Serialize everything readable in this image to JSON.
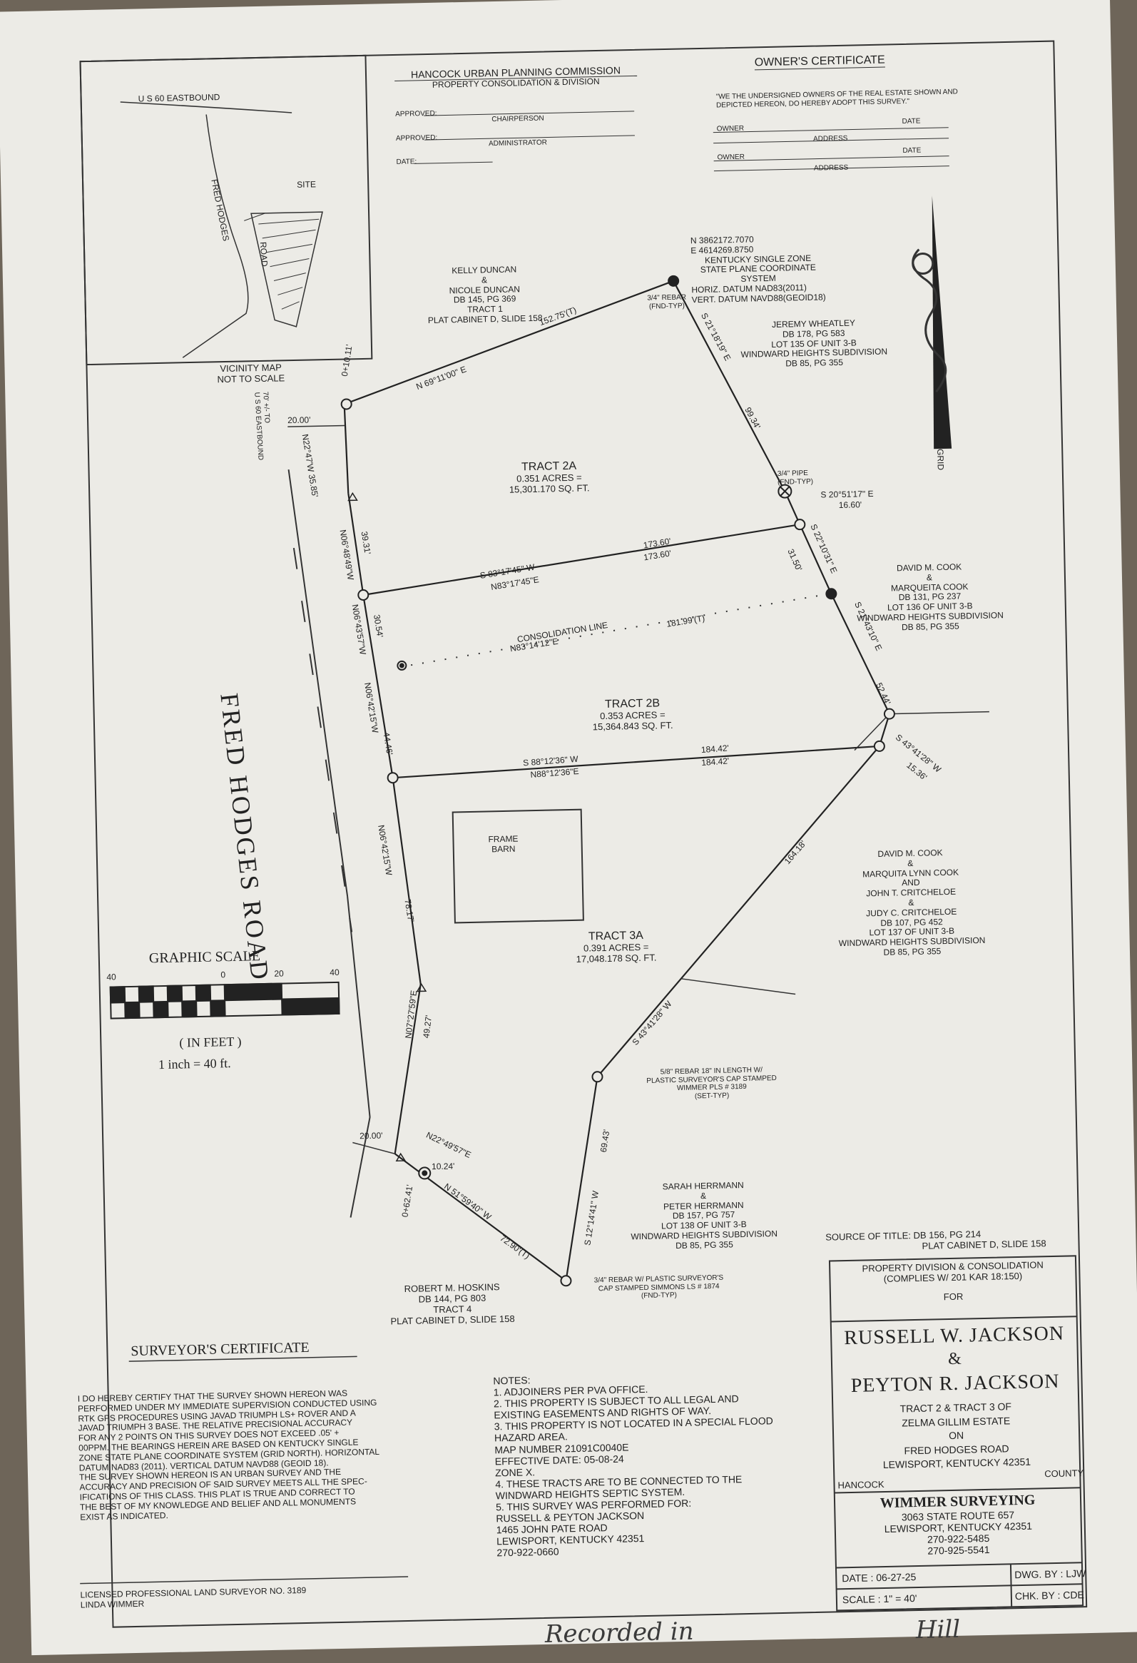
{
  "vicinity_map": {
    "road_label": "U S 60 EASTBOUND",
    "site_label": "SITE",
    "fred_hodges_label": "FRED HODGES",
    "road_word": "ROAD",
    "title": "VICINITY MAP",
    "subtitle": "NOT TO SCALE"
  },
  "planning": {
    "title": "HANCOCK URBAN PLANNING COMMISSION",
    "subtitle": "PROPERTY CONSOLIDATION & DIVISION",
    "approved1": "APPROVED:",
    "role1": "CHAIRPERSON",
    "approved2": "APPROVED:",
    "role2": "ADMINISTRATOR",
    "date": "DATE:"
  },
  "owner_cert": {
    "title": "OWNER'S CERTIFICATE",
    "text1": "\"WE THE UNDERSIGNED OWNERS OF THE REAL ESTATE SHOWN AND",
    "text2": "DEPICTED HEREON, DO HEREBY ADOPT THIS SURVEY.\"",
    "owner": "OWNER",
    "date": "DATE",
    "address": "ADDRESS"
  },
  "coords": {
    "n": "N 3862172.7070",
    "e": "E 4614269.8750",
    "l1": "KENTUCKY SINGLE ZONE",
    "l2": "STATE PLANE COORDINATE",
    "l3": "SYSTEM",
    "l4": "HORIZ. DATUM NAD83(2011)",
    "l5": "VERT. DATUM NAVD88(GEOID18)"
  },
  "adjoiners": {
    "duncan": [
      "KELLY DUNCAN",
      "&",
      "NICOLE DUNCAN",
      "DB 145, PG 369",
      "TRACT 1",
      "PLAT CABINET D, SLIDE 158"
    ],
    "wheatley": [
      "JEREMY WHEATLEY",
      "DB 178, PG 583",
      "LOT 135 OF UNIT 3-B",
      "WINDWARD HEIGHTS SUBDIVISION",
      "DB 85, PG 355"
    ],
    "cook1": [
      "DAVID M. COOK",
      "&",
      "MARQUEITA COOK",
      "DB 131, PG 237",
      "LOT 136 OF UNIT 3-B",
      "WINDWARD HEIGHTS SUBDIVISION",
      "DB 85, PG 355"
    ],
    "cook2": [
      "DAVID M. COOK",
      "&",
      "MARQUITA LYNN COOK",
      "AND",
      "JOHN T. CRITCHELOE",
      "&",
      "JUDY C. CRITCHELOE",
      "DB 107, PG 452",
      "LOT 137 OF UNIT 3-B",
      "WINDWARD HEIGHTS SUBDIVISION",
      "DB 85, PG 355"
    ],
    "herrmann": [
      "SARAH HERRMANN",
      "&",
      "PETER HERRMANN",
      "DB 157, PG 757",
      "LOT 138 OF UNIT 3-B",
      "WINDWARD HEIGHTS SUBDIVISION",
      "DB 85, PG 355"
    ],
    "hoskins": [
      "ROBERT M. HOSKINS",
      "DB 144, PG 803",
      "TRACT 4",
      "PLAT CABINET D, SLIDE 158"
    ]
  },
  "tracts": {
    "t2a": [
      "TRACT 2A",
      "0.351 ACRES =",
      "15,301.170 SQ. FT."
    ],
    "t2b": [
      "TRACT 2B",
      "0.353 ACRES =",
      "15,364.843 SQ. FT."
    ],
    "t3a": [
      "TRACT 3A",
      "0.391 ACRES =",
      "17,048.178 SQ. FT."
    ],
    "barn": [
      "FRAME",
      "BARN"
    ]
  },
  "bearings": {
    "n69": "N 69°11'00\" E",
    "d152": "152.75'(T)",
    "s21": "S 21°18'19\" E",
    "d99": "99.34'",
    "s20": "S 20°51'17\" E",
    "d16": "16.60'",
    "s83": "S 83°17'45\" W",
    "n83": "N83°17'45\"E",
    "d173a": "173.60'",
    "d173b": "173.60'",
    "s22": "S 22°10'31\" E",
    "d31": "31.50'",
    "consol": "CONSOLIDATION LINE",
    "n8314": "N83°14'12\"E",
    "d181": "181.99'(T)",
    "s21b": "S 21°43'10\" E",
    "d52": "52.44'",
    "s88": "S 88°12'36\" W",
    "n88": "N88°12'36\"E",
    "d184a": "184.42'",
    "d184b": "184.42'",
    "s43a": "S 43°41'28\" W",
    "d15": "15.36'",
    "d164": "164.18'",
    "s43b": "S 43°41'28\" W",
    "n22": "N22°47'W 35.85'",
    "n06a": "N06°48'49\"W",
    "d39": "39.31'",
    "n06b": "N06°43'57\"W",
    "d30": "30.54'",
    "n06c": "N06°42'15\"W",
    "d44": "44.46'",
    "n06d": "N06°42'15\"W",
    "d78": "78.17'",
    "n07": "N07°27'59\"E",
    "d49": "49.27'",
    "n2249": "N22°49'57\"E",
    "d10": "10.24'",
    "n51": "N 51°59'40\" W",
    "d72": "72.90'(T)",
    "s12": "S 12°14'41\" W",
    "d69": "69.43'",
    "d20a": "20.00'",
    "d20b": "20.00'",
    "sta1": "0+10.11'",
    "sta2": "0+62.41'",
    "us60": "70' +/- TO",
    "us60b": "U S 60 EASTBOUND"
  },
  "monuments": {
    "rebar1": "3/4\" REBAR",
    "rebar1b": "(FND-TYP)",
    "pipe": "3/4\" PIPE",
    "pipeb": "(FND-TYP)",
    "set1": "5/8\" REBAR 18\" IN LENGTH W/",
    "set2": "PLASTIC SURVEYOR'S CAP STAMPED",
    "set3": "WIMMER PLS # 3189",
    "set4": "(SET-TYP)",
    "fnd1": "3/4\" REBAR W/ PLASTIC SURVEYOR'S",
    "fnd2": "CAP STAMPED SIMMONS LS # 1874",
    "fnd3": "(FND-TYP)"
  },
  "road_name": "FRED HODGES ROAD",
  "north_label": "GRID",
  "scale": {
    "title": "GRAPHIC SCALE",
    "ticks": [
      "40",
      "0",
      "20",
      "40"
    ],
    "units": "( IN FEET )",
    "ratio": "1 inch = 40  ft."
  },
  "surveyor": {
    "title": "SURVEYOR'S CERTIFICATE",
    "lines": [
      "I DO HEREBY CERTIFY THAT THE SURVEY SHOWN HEREON WAS",
      "PERFORMED UNDER MY IMMEDIATE SUPERVISION CONDUCTED USING",
      "RTK GPS PROCEDURES USING JAVAD TRIUMPH LS+ ROVER AND A",
      "JAVAD TRIUMPH 3 BASE. THE RELATIVE PRECISIONAL ACCURACY",
      "FOR ANY 2 POINTS ON THIS SURVEY DOES NOT EXCEED .05' +",
      "00PPM. THE BEARINGS HEREIN ARE BASED ON KENTUCKY SINGLE",
      "ZONE STATE PLANE COORDINATE SYSTEM (GRID NORTH). HORIZONTAL",
      "DATUM NAD83 (2011). VERTICAL DATUM NAVD88 (GEOID 18).",
      "THE SURVEY SHOWN HEREON IS AN URBAN SURVEY AND THE",
      "ACCURACY AND PRECISION OF SAID SURVEY MEETS ALL THE SPEC-",
      "IFICATIONS OF THIS CLASS. THIS PLAT IS TRUE AND CORRECT TO",
      "THE BEST OF MY KNOWLEDGE AND BELIEF AND ALL MONUMENTS",
      "EXIST AS INDICATED."
    ],
    "license": "LICENSED PROFESSIONAL LAND SURVEYOR NO. 3189",
    "name": "LINDA WIMMER"
  },
  "notes": {
    "title": "NOTES:",
    "lines": [
      "1. ADJOINERS PER PVA OFFICE.",
      "2. THIS PROPERTY IS SUBJECT TO ALL LEGAL AND",
      "    EXISTING EASEMENTS AND RIGHTS OF WAY.",
      "3. THIS PROPERTY IS NOT LOCATED IN A SPECIAL FLOOD",
      "    HAZARD AREA.",
      "    MAP NUMBER 21091C0040E",
      "    EFFECTIVE DATE: 05-08-24",
      "    ZONE X.",
      "4. THESE TRACTS ARE TO BE CONNECTED TO THE",
      "    WINDWARD HEIGHTS SEPTIC SYSTEM.",
      "5. THIS SURVEY WAS PERFORMED FOR:",
      "    RUSSELL & PEYTON JACKSON",
      "    1465 JOHN PATE ROAD",
      "    LEWISPORT, KENTUCKY 42351",
      "    270-922-0660"
    ]
  },
  "title_block": {
    "source1": "SOURCE OF TITLE: DB 156, PG 214",
    "source2": "PLAT CABINET D, SLIDE 158",
    "purpose1": "PROPERTY DIVISION & CONSOLIDATION",
    "purpose2": "(COMPLIES W/ 201 KAR 18:150)",
    "for": "FOR",
    "owner1": "RUSSELL  W.  JACKSON",
    "amp": "&",
    "owner2": "PEYTON  R.  JACKSON",
    "tract1": "TRACT 2 & TRACT 3 OF",
    "tract2": "ZELMA GILLIM ESTATE",
    "on": "ON",
    "road": "FRED HODGES ROAD",
    "city": "LEWISPORT, KENTUCKY 42351",
    "county_left": "HANCOCK",
    "county_right": "COUNTY",
    "firm": "WIMMER SURVEYING",
    "addr1": "3063 STATE ROUTE 657",
    "addr2": "LEWISPORT, KENTUCKY 42351",
    "phone1": "270-922-5485",
    "phone2": "270-925-5541",
    "date": "DATE :  06-27-25",
    "dwg": "DWG. BY : LJW",
    "scale": "SCALE :  1\" = 40'",
    "chk": "CHK. BY : CDE"
  },
  "handwritten": {
    "left": "Recorded in",
    "right": "Hill"
  }
}
